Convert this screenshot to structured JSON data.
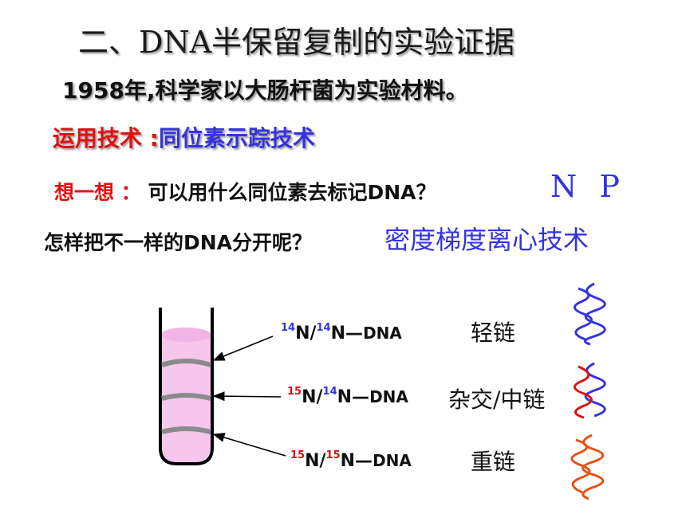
{
  "title": "二、DNA半保留复制的实验证据",
  "line1": "1958年,科学家以大肠杆菌为实验材料。",
  "line2": {
    "label": "运用技术 :",
    "value": "同位素示踪技术"
  },
  "line3": {
    "label": "想一想 ：",
    "question": "可以用什么同位素去标记DNA？",
    "answer": "N P"
  },
  "line4": {
    "question": "怎样把不一样的DNA分开呢？",
    "answer": "密度梯度离心技术"
  },
  "bands": [
    {
      "sup1": "14",
      "n1": "N/",
      "sup2": "14",
      "n2": "N—",
      "dna": "DNA",
      "chain": "轻链"
    },
    {
      "sup1": "15",
      "n1": "N/",
      "sup2": "14",
      "n2": "N—",
      "dna": "DNA",
      "chain": "杂交/中链"
    },
    {
      "sup1": "15",
      "n1": "N/",
      "sup2": "15",
      "n2": "N—",
      "dna": "DNA",
      "chain": "重链"
    }
  ],
  "colors": {
    "blue": "#3333dd",
    "red": "#e01010",
    "tube_fill": "#f6c6ec",
    "band": "#8a8a8a"
  }
}
